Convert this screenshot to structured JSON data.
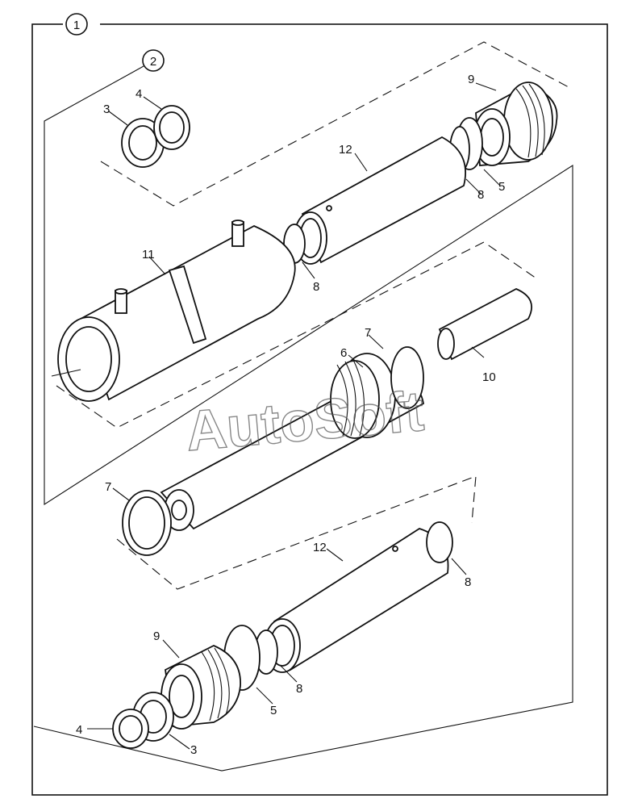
{
  "assembly": {
    "main_number": "1",
    "kit_number": "2"
  },
  "watermark": "AutoSoft",
  "labels": {
    "n3_top": "3",
    "n4_top": "4",
    "n9_top": "9",
    "n12_top": "12",
    "n8_a": "8",
    "n5_top": "5",
    "n11": "11",
    "n8_b": "8",
    "n7_a": "7",
    "n6": "6",
    "n10": "10",
    "n7_b": "7",
    "n12_bot": "12",
    "n8_c": "8",
    "n9_bot": "9",
    "n8_d": "8",
    "n5_bot": "5",
    "n4_bot": "4",
    "n3_bot": "3"
  }
}
